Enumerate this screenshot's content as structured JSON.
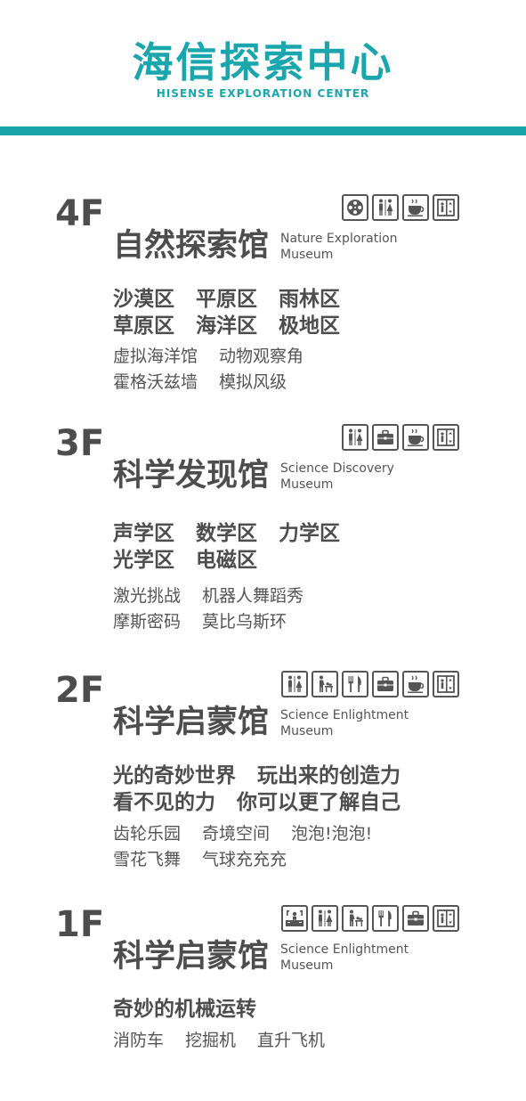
{
  "logo": {
    "cn": "海信探索中心",
    "en": "HISENSE EXPLORATION CENTER"
  },
  "floors": [
    {
      "label": "4F",
      "icons": [
        "film-reel-icon",
        "restroom-icon",
        "coffee-cup-icon",
        "elevator-icon"
      ],
      "hall_cn": "自然探索馆",
      "hall_en_1": "Nature Exploration",
      "hall_en_2": "Museum",
      "zones": [
        [
          "沙漠区",
          "平原区",
          "雨林区"
        ],
        [
          "草原区",
          "海洋区",
          "极地区"
        ]
      ],
      "exhibits": [
        [
          "虚拟海洋馆",
          "动物观察角"
        ],
        [
          "霍格沃兹墙",
          "模拟风级"
        ]
      ]
    },
    {
      "label": "3F",
      "icons": [
        "restroom-icon",
        "briefcase-icon",
        "coffee-cup-icon",
        "elevator-icon"
      ],
      "hall_cn": "科学发现馆",
      "hall_en_1": "Science Discovery",
      "hall_en_2": "Museum",
      "zones": [
        [
          "声学区",
          "数学区",
          "力学区"
        ],
        [
          "光学区",
          "电磁区"
        ]
      ],
      "exhibits": [
        [
          "激光挑战",
          "机器人舞蹈秀"
        ],
        [
          "摩斯密码",
          "莫比乌斯环"
        ]
      ]
    },
    {
      "label": "2F",
      "icons": [
        "restroom-icon",
        "baby-care-icon",
        "dining-icon",
        "briefcase-icon",
        "coffee-cup-icon",
        "elevator-icon"
      ],
      "hall_cn": "科学启蒙馆",
      "hall_en_1": "Science Enlightment",
      "hall_en_2": "Museum",
      "zones": [
        [
          "光的奇妙世界",
          "玩出来的创造力"
        ],
        [
          "看不见的力",
          "你可以更了解自己"
        ]
      ],
      "exhibits": [
        [
          "齿轮乐园",
          "奇境空间",
          "泡泡!泡泡!"
        ],
        [
          "雪花飞舞",
          "气球充充充"
        ]
      ]
    },
    {
      "label": "1F",
      "icons": [
        "service-desk-icon",
        "restroom-icon",
        "baby-care-icon",
        "dining-icon",
        "briefcase-icon",
        "elevator-icon"
      ],
      "hall_cn": "科学启蒙馆",
      "hall_en_1": "Science Enlightment",
      "hall_en_2": "Museum",
      "zones": [
        [
          "奇妙的机械运转"
        ]
      ],
      "exhibits": [
        [
          "消防车",
          "挖掘机",
          "直升飞机"
        ]
      ]
    }
  ],
  "colors": {
    "brand": "#1aa6ad",
    "text": "#4d4d4d"
  }
}
